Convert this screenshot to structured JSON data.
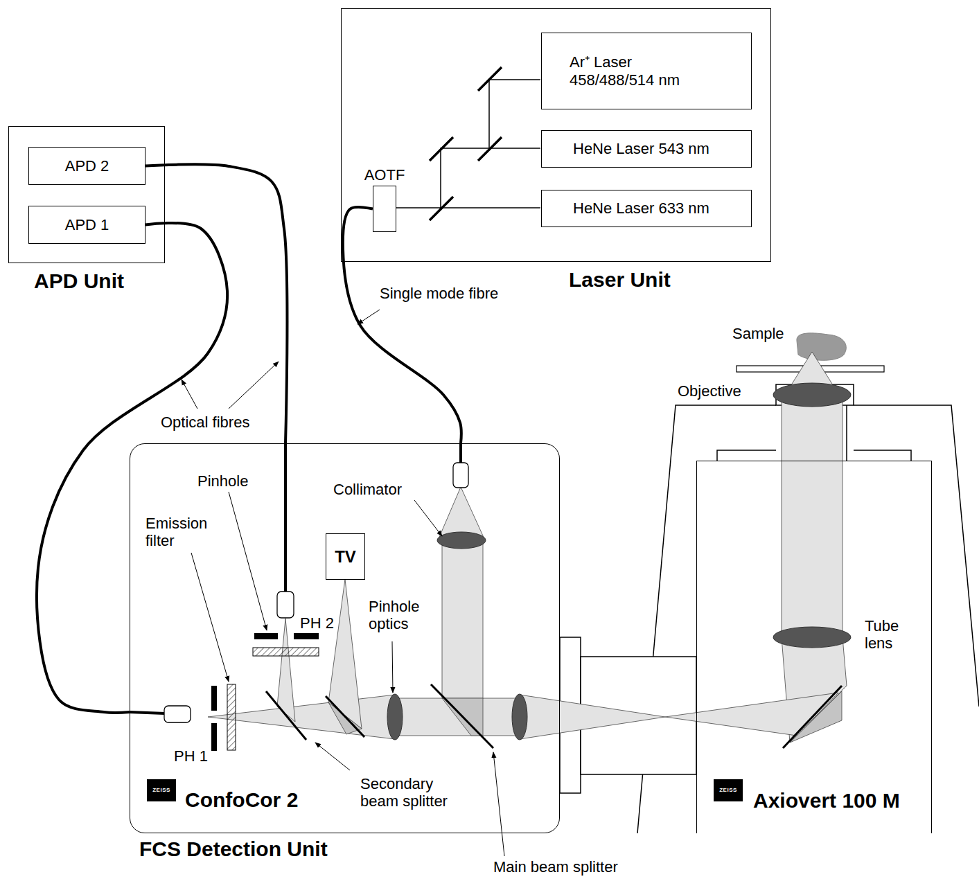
{
  "diagram": {
    "nodes": [
      {
        "text": [
          "APD Unit"
        ]
      },
      {
        "text": [
          "APD 2"
        ],
        "in": 0
      },
      {
        "text": [
          "APD 1"
        ],
        "in": 0
      },
      {
        "text": [
          "Laser Unit"
        ]
      },
      {
        "text": [
          "Ar⁺ Laser 458/488/514 nm"
        ],
        "in": 3
      },
      {
        "text": [
          "HeNe Laser 543 nm"
        ],
        "in": 3
      },
      {
        "text": [
          "HeNe Laser 633 nm"
        ],
        "in": 3
      },
      {
        "text": [
          "AOTF"
        ],
        "in": 3
      },
      {
        "text": [
          "ConfoCor 2",
          "FCS Detection Unit"
        ]
      },
      {
        "text": [
          "TV"
        ],
        "in": 8
      },
      {
        "text": [
          "Axiovert 100 M"
        ]
      }
    ],
    "edges": [
      {
        "from": 1,
        "to": 8,
        "arrow": "none"
      },
      {
        "from": 2,
        "to": 8,
        "arrow": "none"
      },
      {
        "from": 7,
        "to": 8,
        "arrow": "none"
      }
    ],
    "labels": [
      "Single mode fibre",
      "Optical fibres",
      "Pinhole",
      "Emission filter",
      "Collimator",
      "Pinhole optics",
      "PH 2",
      "PH 1",
      "Secondary beam splitter",
      "Main beam splitter",
      "Sample",
      "Objective",
      "Tube lens",
      "ZEISS",
      "ZEISS"
    ]
  }
}
